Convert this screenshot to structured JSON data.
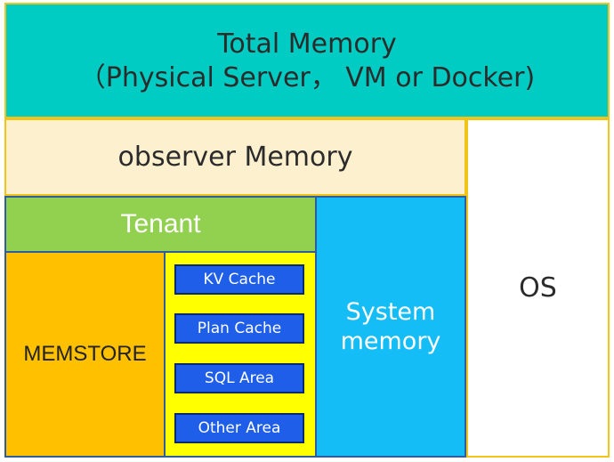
{
  "total_memory": {
    "line1": "Total Memory",
    "line2": "（Physical Server， VM or Docker)"
  },
  "observer_memory": "observer Memory",
  "os": "OS",
  "tenant": "Tenant",
  "memstore": "MEMSTORE",
  "system_memory": {
    "line1": "System",
    "line2": "memory"
  },
  "caches": [
    "KV Cache",
    "Plan Cache",
    "SQL Area",
    "Other Area"
  ],
  "colors": {
    "total_memory": "#00ccc4",
    "observer_memory": "#fdf0cf",
    "tenant": "#92d050",
    "memstore": "#ffc000",
    "cache_area": "#ffff00",
    "cache_item": "#1e5ee8",
    "system_memory": "#14bdf5"
  }
}
